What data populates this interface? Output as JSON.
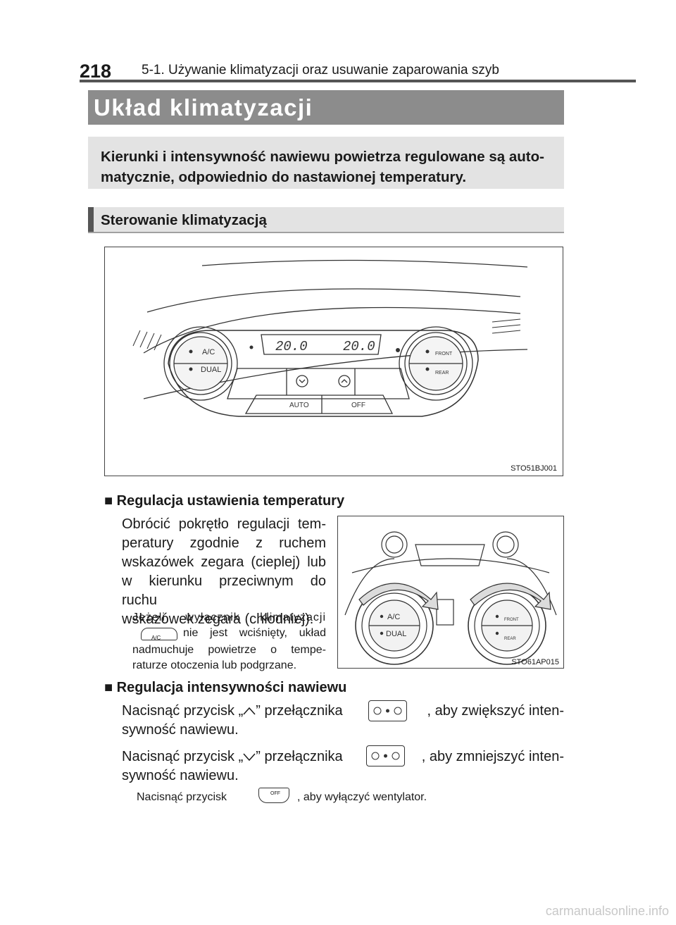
{
  "header": {
    "page_number": "218",
    "section": "5-1. Używanie klimatyzacji oraz usuwanie zaparowania szyb"
  },
  "title": "Układ klimatyzacji",
  "summary": "Kierunki i intensywność nawiewu powietrza regulowane są automatycznie, odpowiednio do nastawionej temperatury.",
  "summary_line1": "Kierunki i intensywność nawiewu powietrza regulowane są auto-",
  "summary_line2": "matycznie, odpowiednio do nastawionej temperatury.",
  "subsection": "Sterowanie klimatyzacją",
  "figure1": {
    "code": "STO51BJ001",
    "display_left": "20.0",
    "display_right": "20.0",
    "btn_ac": "A/C",
    "btn_dual": "DUAL",
    "btn_front": "FRONT",
    "btn_rear": "REAR",
    "btn_auto": "AUTO",
    "btn_off": "OFF"
  },
  "temp_section": {
    "heading": "Regulacja ustawienia temperatury",
    "lines": [
      "Obrócić pokrętło regulacji tem-",
      "peratury zgodnie z ruchem",
      "wskazówek zegara (cieplej) lub",
      "w kierunku przeciwnym do ruchu",
      "wskazówek zegara (chłodniej)."
    ],
    "note_lines": [
      "Jeżeli wyłącznik klimatyzacji",
      "nie jest wciśnięty, układ",
      "nadmuchuje powietrze o tempe-",
      "raturze otoczenia lub podgrzane."
    ],
    "note_btn": "A/C"
  },
  "figure2": {
    "code": "STO61AP015",
    "ac": "A/C",
    "dual": "DUAL",
    "front": "FRONT",
    "rear": "REAR"
  },
  "fan_section": {
    "heading": "Regulacja intensywności nawiewu",
    "p1_a": "Nacisnąć przycisk „",
    "p1_b": "” przełącznika",
    "p1_c": ", aby zwiększyć inten-",
    "p1_d": "sywność nawiewu.",
    "p2_a": "Nacisnąć przycisk „",
    "p2_b": "” przełącznika",
    "p2_c": ", aby zmniejszyć inten-",
    "p2_d": "sywność nawiewu.",
    "note_a": "Nacisnąć przycisk",
    "note_b": ", aby wyłączyć wentylator.",
    "off_btn": "OFF"
  },
  "watermark": "carmanualsonline.info"
}
